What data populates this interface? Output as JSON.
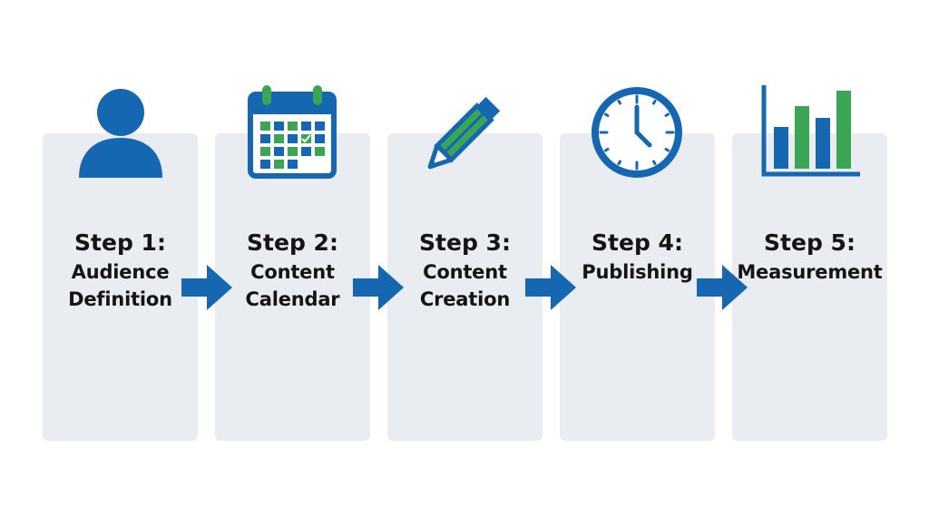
{
  "colors": {
    "blue": "#1467b0",
    "green": "#3aa655",
    "card": "#e9edf1",
    "text": "#141414"
  },
  "steps": [
    {
      "title": "Step 1:",
      "label": "Audience\nDefinition",
      "icon": "person-icon"
    },
    {
      "title": "Step 2:",
      "label": "Content\nCalendar",
      "icon": "calendar-icon"
    },
    {
      "title": "Step 3:",
      "label": "Content\nCreation",
      "icon": "pencil-icon"
    },
    {
      "title": "Step 4:",
      "label": "Publishing",
      "icon": "clock-icon"
    },
    {
      "title": "Step 5:",
      "label": "Measurement",
      "icon": "bar-chart-icon"
    }
  ]
}
